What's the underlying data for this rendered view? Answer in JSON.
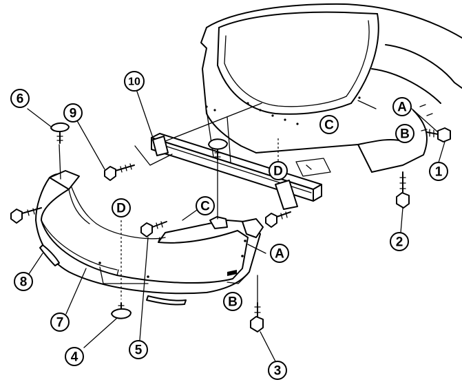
{
  "callouts": {
    "n1": "1",
    "n2": "2",
    "n3": "3",
    "n4": "4",
    "n5": "5",
    "n6": "6",
    "n7": "7",
    "n8": "8",
    "n9": "9",
    "n10": "10",
    "a_bumper": "A",
    "a_body": "A",
    "b_bumper": "B",
    "b_body": "B",
    "c_bumper": "C",
    "c_body": "C",
    "d_bumper": "D",
    "d_body": "D"
  }
}
